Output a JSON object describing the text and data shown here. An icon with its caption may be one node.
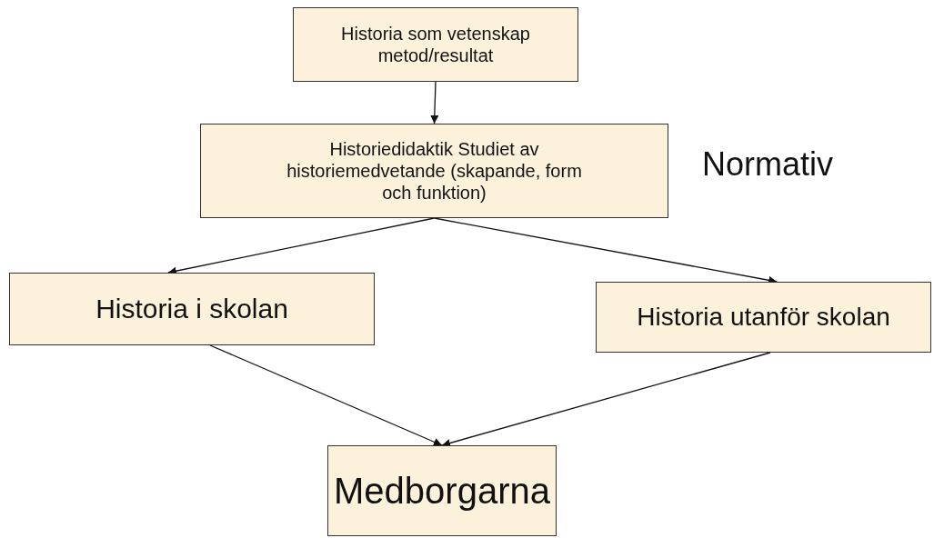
{
  "diagram": {
    "nodes": [
      {
        "text": [
          "Historia som vetenskap metod/resultat"
        ]
      },
      {
        "text": [
          "Historiedidaktik Studiet av historiemedvetande (skapande, form och funktion)"
        ]
      },
      {
        "text": [
          "Historia i skolan"
        ]
      },
      {
        "text": [
          "Historia utanför skolan"
        ]
      },
      {
        "text": [
          "Medborgarna"
        ]
      }
    ],
    "edges": [
      {
        "from": 0,
        "to": 1,
        "arrow": "to"
      },
      {
        "from": 1,
        "to": 2,
        "arrow": "to"
      },
      {
        "from": 1,
        "to": 3,
        "arrow": "to"
      },
      {
        "from": 2,
        "to": 4,
        "arrow": "to"
      },
      {
        "from": 3,
        "to": 4,
        "arrow": "to"
      }
    ],
    "labels": [
      "Normativ"
    ]
  }
}
